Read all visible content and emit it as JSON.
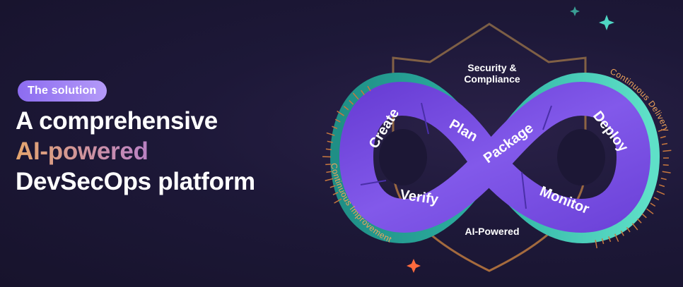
{
  "badge": {
    "label": "The solution"
  },
  "headline": {
    "line1": "A comprehensive",
    "line2": "AI-powered",
    "line3": "DevSecOps platform"
  },
  "diagram": {
    "top_label_line1": "Security &",
    "top_label_line2": "Compliance",
    "bottom_label": "AI-Powered",
    "left_arc_label": "Continuous Improvement",
    "right_arc_label": "Continuous Delivery",
    "stages": {
      "create": "Create",
      "plan": "Plan",
      "package": "Package",
      "deploy": "Deploy",
      "verify": "Verify",
      "monitor": "Monitor"
    }
  },
  "colors": {
    "background": "#1b1733",
    "badge": "#8c6cf0",
    "teal": "#3ec6b4",
    "purple": "#7b4fe6",
    "accent_orange": "#f0a45a",
    "sparkle_teal": "#4fd6c4",
    "sparkle_orange": "#ff6a3d"
  }
}
